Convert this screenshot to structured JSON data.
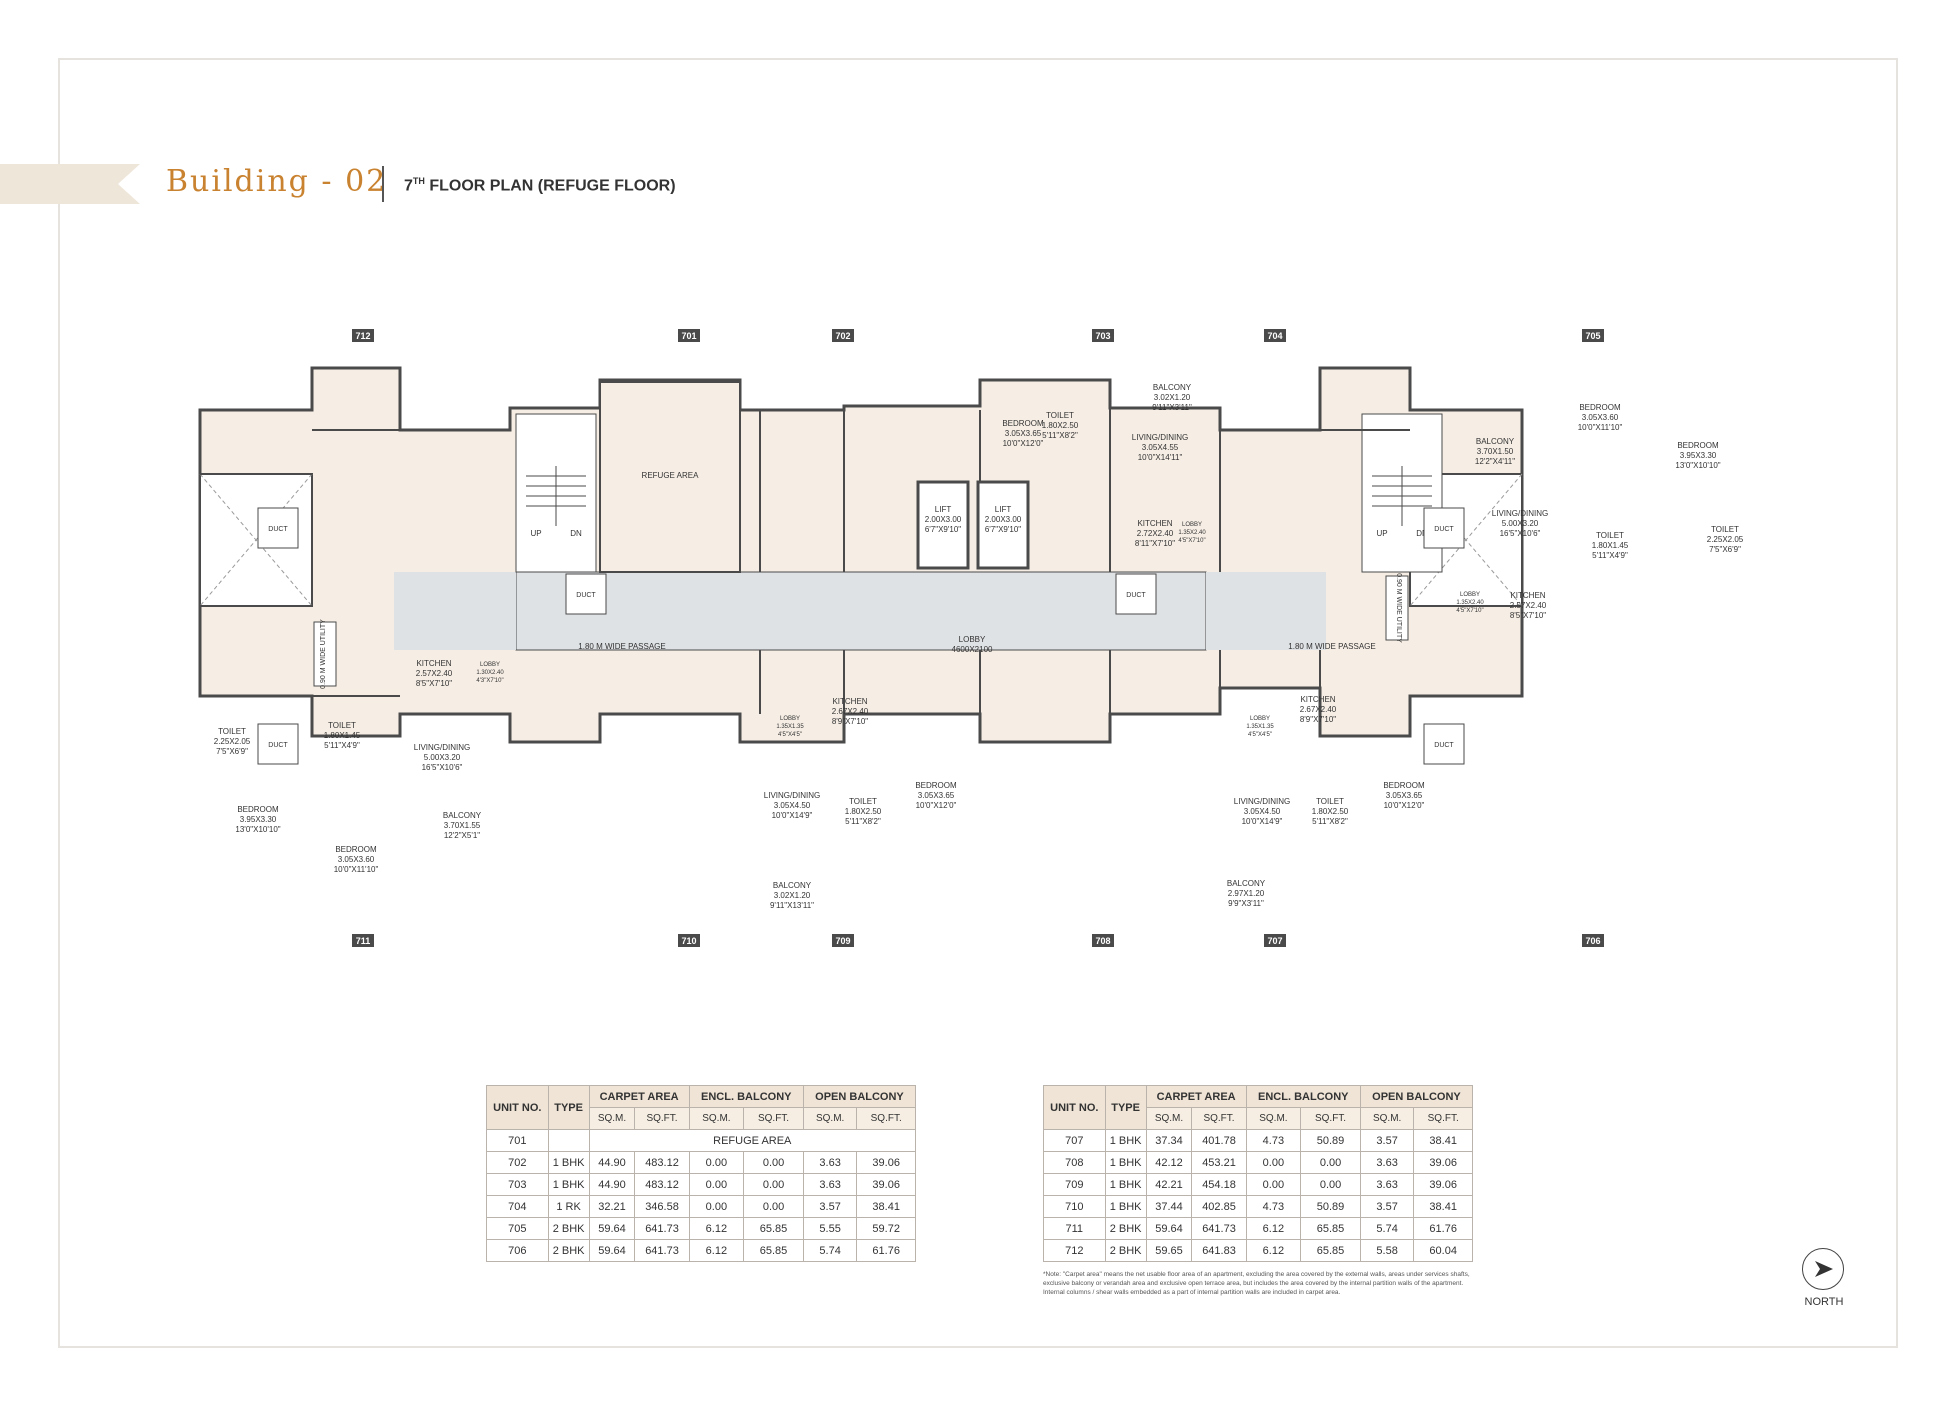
{
  "header": {
    "building_title": "Building - 02",
    "floor_no": "7",
    "floor_sup": "TH",
    "floor_title": "FLOOR PLAN (REFUGE FLOOR)"
  },
  "units": {
    "u712": "712",
    "u701": "701",
    "u702": "702",
    "u703": "703",
    "u704": "704",
    "u705": "705",
    "u711": "711",
    "u710": "710",
    "u709": "709",
    "u708": "708",
    "u707": "707",
    "u706": "706"
  },
  "plan_labels": {
    "refuge_area": "REFUGE AREA",
    "lobby": "LOBBY",
    "lobby_size": "4600X2100",
    "passage_left": "1.80 M WIDE PASSAGE",
    "passage_right": "1.80 M WIDE PASSAGE",
    "lift": "LIFT",
    "lift_size": "2.00X3.00",
    "lift_size_ft": "6'7\"X9'10\"",
    "duct": "DUCT",
    "up": "UP",
    "dn": "DN",
    "utility": "0.90 M WIDE UTILITY",
    "rooms": [
      {
        "name": "BEDROOM",
        "size": "3.05X3.65",
        "ft": "10'0\"X12'0\""
      },
      {
        "name": "TOILET",
        "size": "1.80X2.50",
        "ft": "5'11\"X8'2\""
      },
      {
        "name": "BALCONY",
        "size": "3.02X1.20",
        "ft": "9'11\"X3'11\""
      },
      {
        "name": "LIVING/DINING",
        "size": "3.05X4.55",
        "ft": "10'0\"X14'11\""
      },
      {
        "name": "KITCHEN",
        "size": "2.72X2.40",
        "ft": "8'11\"X7'10\""
      },
      {
        "name": "LOBBY",
        "size": "1.35X2.40",
        "ft": "4'5\"X7'10\""
      },
      {
        "name": "BEDROOM",
        "size": "3.05X3.60",
        "ft": "10'0\"X11'10\""
      },
      {
        "name": "BEDROOM",
        "size": "3.95X3.30",
        "ft": "13'0\"X10'10\""
      },
      {
        "name": "BALCONY",
        "size": "3.70X1.50",
        "ft": "12'2\"X4'11\""
      },
      {
        "name": "LIVING/DINING",
        "size": "5.00X3.20",
        "ft": "16'5\"X10'6\""
      },
      {
        "name": "TOILET",
        "size": "1.80X1.45",
        "ft": "5'11\"X4'9\""
      },
      {
        "name": "TOILET",
        "size": "2.25X2.05",
        "ft": "7'5\"X6'9\""
      },
      {
        "name": "KITCHEN",
        "size": "2.57X2.40",
        "ft": "8'5\"X7'10\""
      },
      {
        "name": "LOBBY",
        "size": "1.35X2.40",
        "ft": "4'5\"X7'10\""
      },
      {
        "name": "KITCHEN",
        "size": "2.57X2.40",
        "ft": "8'5\"X7'10\""
      },
      {
        "name": "LOBBY",
        "size": "1.30X2.40",
        "ft": "4'3\"X7'10\""
      },
      {
        "name": "TOILET",
        "size": "2.25X2.05",
        "ft": "7'5\"X6'9\""
      },
      {
        "name": "TOILET",
        "size": "1.80X1.45",
        "ft": "5'11\"X4'9\""
      },
      {
        "name": "LIVING/DINING",
        "size": "5.00X3.20",
        "ft": "16'5\"X10'6\""
      },
      {
        "name": "BEDROOM",
        "size": "3.95X3.30",
        "ft": "13'0\"X10'10\""
      },
      {
        "name": "BEDROOM",
        "size": "3.05X3.60",
        "ft": "10'0\"X11'10\""
      },
      {
        "name": "BALCONY",
        "size": "3.70X1.55",
        "ft": "12'2\"X5'1\""
      },
      {
        "name": "KITCHEN",
        "size": "2.67X2.40",
        "ft": "8'9\"X7'10\""
      },
      {
        "name": "LOBBY",
        "size": "1.35X1.35",
        "ft": "4'5\"X4'5\""
      },
      {
        "name": "LIVING/DINING",
        "size": "3.05X4.50",
        "ft": "10'0\"X14'9\""
      },
      {
        "name": "TOILET",
        "size": "1.80X2.50",
        "ft": "5'11\"X8'2\""
      },
      {
        "name": "BEDROOM",
        "size": "3.05X3.65",
        "ft": "10'0\"X12'0\""
      },
      {
        "name": "BALCONY",
        "size": "3.02X1.20",
        "ft": "9'11\"X13'11\""
      },
      {
        "name": "KITCHEN",
        "size": "2.67X2.40",
        "ft": "8'9\"X7'10\""
      },
      {
        "name": "LOBBY",
        "size": "1.35X1.35",
        "ft": "4'5\"X4'5\""
      },
      {
        "name": "LIVING/DINING",
        "size": "3.05X4.50",
        "ft": "10'0\"X14'9\""
      },
      {
        "name": "TOILET",
        "size": "1.80X2.50",
        "ft": "5'11\"X8'2\""
      },
      {
        "name": "BEDROOM",
        "size": "3.05X3.65",
        "ft": "10'0\"X12'0\""
      },
      {
        "name": "BALCONY",
        "size": "2.97X1.20",
        "ft": "9'9\"X3'11\""
      }
    ]
  },
  "table_headers": {
    "unit_no": "UNIT NO.",
    "type": "TYPE",
    "carpet": "CARPET AREA",
    "encl": "ENCL. BALCONY",
    "open": "OPEN BALCONY",
    "sqm": "SQ.M.",
    "sqft": "SQ.FT."
  },
  "table_left": [
    {
      "unit": "701",
      "refuge": "REFUGE AREA"
    },
    {
      "unit": "702",
      "type": "1 BHK",
      "c_sqm": "44.90",
      "c_sqft": "483.12",
      "e_sqm": "0.00",
      "e_sqft": "0.00",
      "o_sqm": "3.63",
      "o_sqft": "39.06"
    },
    {
      "unit": "703",
      "type": "1 BHK",
      "c_sqm": "44.90",
      "c_sqft": "483.12",
      "e_sqm": "0.00",
      "e_sqft": "0.00",
      "o_sqm": "3.63",
      "o_sqft": "39.06"
    },
    {
      "unit": "704",
      "type": "1 RK",
      "c_sqm": "32.21",
      "c_sqft": "346.58",
      "e_sqm": "0.00",
      "e_sqft": "0.00",
      "o_sqm": "3.57",
      "o_sqft": "38.41"
    },
    {
      "unit": "705",
      "type": "2 BHK",
      "c_sqm": "59.64",
      "c_sqft": "641.73",
      "e_sqm": "6.12",
      "e_sqft": "65.85",
      "o_sqm": "5.55",
      "o_sqft": "59.72"
    },
    {
      "unit": "706",
      "type": "2 BHK",
      "c_sqm": "59.64",
      "c_sqft": "641.73",
      "e_sqm": "6.12",
      "e_sqft": "65.85",
      "o_sqm": "5.74",
      "o_sqft": "61.76"
    }
  ],
  "table_right": [
    {
      "unit": "707",
      "type": "1 BHK",
      "c_sqm": "37.34",
      "c_sqft": "401.78",
      "e_sqm": "4.73",
      "e_sqft": "50.89",
      "o_sqm": "3.57",
      "o_sqft": "38.41"
    },
    {
      "unit": "708",
      "type": "1 BHK",
      "c_sqm": "42.12",
      "c_sqft": "453.21",
      "e_sqm": "0.00",
      "e_sqft": "0.00",
      "o_sqm": "3.63",
      "o_sqft": "39.06"
    },
    {
      "unit": "709",
      "type": "1 BHK",
      "c_sqm": "42.21",
      "c_sqft": "454.18",
      "e_sqm": "0.00",
      "e_sqft": "0.00",
      "o_sqm": "3.63",
      "o_sqft": "39.06"
    },
    {
      "unit": "710",
      "type": "1 BHK",
      "c_sqm": "37.44",
      "c_sqft": "402.85",
      "e_sqm": "4.73",
      "e_sqft": "50.89",
      "o_sqm": "3.57",
      "o_sqft": "38.41"
    },
    {
      "unit": "711",
      "type": "2 BHK",
      "c_sqm": "59.64",
      "c_sqft": "641.73",
      "e_sqm": "6.12",
      "e_sqft": "65.85",
      "o_sqm": "5.74",
      "o_sqft": "61.76"
    },
    {
      "unit": "712",
      "type": "2 BHK",
      "c_sqm": "59.65",
      "c_sqft": "641.83",
      "e_sqm": "6.12",
      "e_sqft": "65.85",
      "o_sqm": "5.58",
      "o_sqft": "60.04"
    }
  ],
  "note": "*Note: \"Carpet area\" means the net usable floor area of an apartment, excluding the area covered by the external walls, areas under services shafts, exclusive balcony or verandah area and exclusive open terrace area, but includes the area covered by the internal partition walls of the apartment. Internal columns / shear walls embedded as a part of internal partition walls are included in carpet area.",
  "north_label": "NORTH",
  "colors": {
    "accent": "#c9822f",
    "ribbon": "#efe6da",
    "room_fill": "#f6eee5",
    "corridor": "#dfe2e4",
    "wall": "#4a4a4a",
    "table_head": "#efe4d6"
  }
}
